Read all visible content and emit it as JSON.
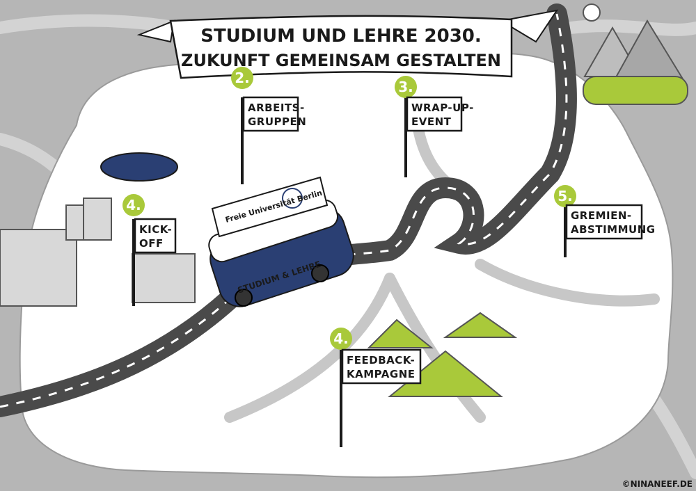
{
  "banner": {
    "line1": "STUDIUM UND LEHRE 2030.",
    "line2": "ZUKUNFT GEMEINSAM GESTALTEN"
  },
  "stations": [
    {
      "number": "2.",
      "label_lines": [
        "ARBEITS-",
        "GRUPPEN"
      ]
    },
    {
      "number": "3.",
      "label_lines": [
        "WRAP-UP-",
        "EVENT"
      ]
    },
    {
      "number": "4.",
      "label_lines": [
        "KICK-",
        "OFF"
      ]
    },
    {
      "number": "5.",
      "label_lines": [
        "GREMIEN-",
        "ABSTIMMUNG"
      ]
    },
    {
      "number": "4.",
      "label_lines": [
        "FEEDBACK-",
        "KAMPAGNE"
      ]
    }
  ],
  "bus": {
    "flag_text": "Freie Universität Berlin",
    "side_text": "STUDIUM & LEHRE"
  },
  "credit": "©NINANEEF.DE",
  "colors": {
    "accent_green": "#a9c93a",
    "bus_blue": "#2a3f73",
    "road": "#4a4a4a",
    "land": "#ffffff",
    "background": "#b6b6b6"
  }
}
